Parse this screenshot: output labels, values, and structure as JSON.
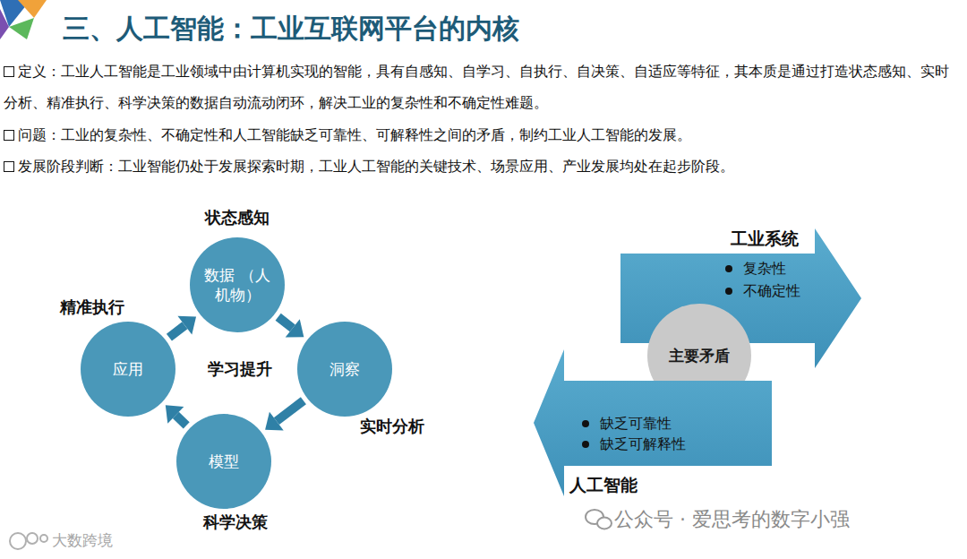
{
  "diagram": {
    "title": "三、人工智能：工业互联网平台的内核",
    "nodes": [
      {
        "text": [
          "数据 （人机物）"
        ]
      },
      {
        "text": [
          "应用"
        ]
      },
      {
        "text": [
          "洞察"
        ]
      },
      {
        "text": [
          "模型"
        ]
      },
      {
        "text": [
          "工业系统",
          "复杂性",
          "不确定性"
        ]
      },
      {
        "text": [
          "主要矛盾"
        ]
      },
      {
        "text": [
          "缺乏可靠性",
          "缺乏可解释性",
          "人工智能"
        ]
      }
    ],
    "edges": [
      {
        "from": 0,
        "to": 2,
        "arrow": "to"
      },
      {
        "from": 2,
        "to": 3,
        "arrow": "to"
      },
      {
        "from": 3,
        "to": 1,
        "arrow": "to"
      },
      {
        "from": 1,
        "to": 0,
        "arrow": "to"
      }
    ],
    "labels": [
      "定义：工业人工智能是工业领域中由计算机实现的智能，具有自感知、自学习、自执行、自决策、自适应等特征，其本质是通过打造状态感知、实时分析、精准执行、科学决策的数据自动流动闭环，解决工业的复杂性和不确定性难题。",
      "问题：工业的复杂性、不确定性和人工智能缺乏可靠性、可解释性之间的矛盾，制约工业人工智能的发展。",
      "发展阶段判断：工业智能仍处于发展探索时期，工业人工智能的关键技术、场景应用、产业发展均处在起步阶段。",
      "状态感知",
      "精准执行",
      "学习提升",
      "实时分析",
      "科学决策",
      "公众号 · 爱思考的数字小强",
      "大数跨境"
    ]
  }
}
